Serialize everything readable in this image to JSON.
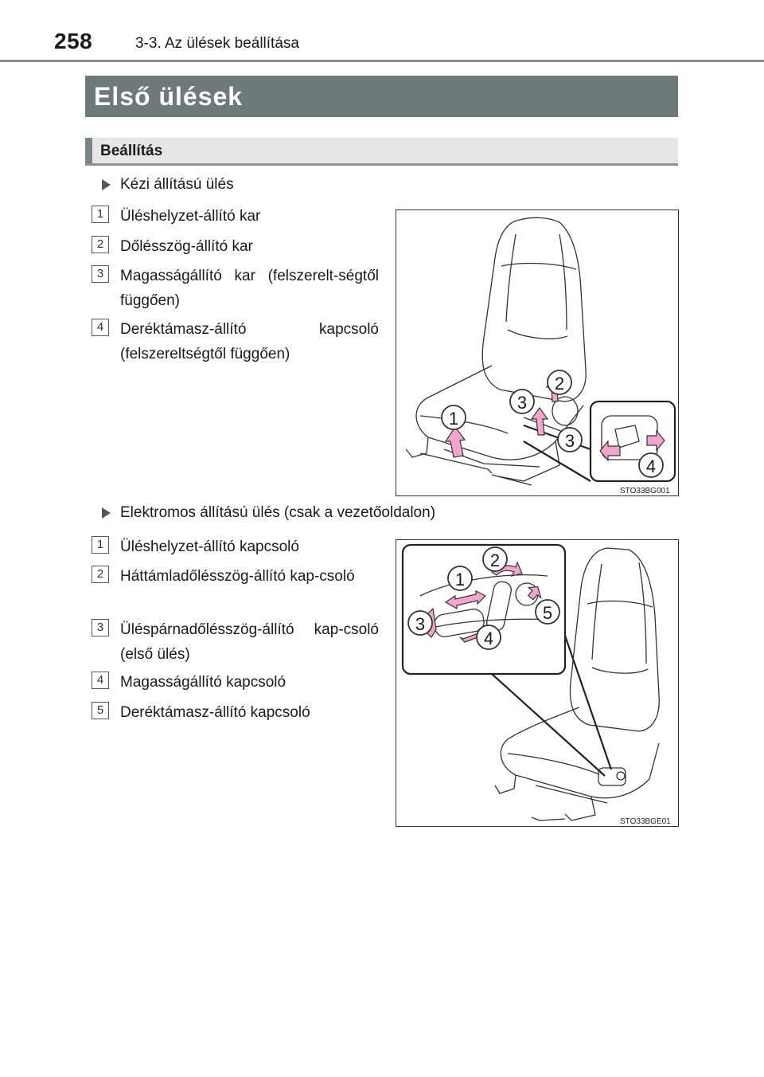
{
  "header": {
    "page_number": "258",
    "chapter": "3-3. Az ülések beállítása"
  },
  "section": {
    "title": "Első ülések"
  },
  "subsection": {
    "title": "Beállítás"
  },
  "manual": {
    "heading": "Kézi állítású ülés",
    "items": [
      {
        "num": "1",
        "text": "Üléshelyzet-állító kar"
      },
      {
        "num": "2",
        "text": "Dőlésszög-állító kar"
      },
      {
        "num": "3",
        "text": "Magasságállító kar (felszerelt-ségtől függően)"
      },
      {
        "num": "4",
        "text": "Deréktámasz-állító kapcsoló (felszereltségtől függően)"
      }
    ],
    "figure": {
      "code": "STO33BG001",
      "callouts": [
        "1",
        "2",
        "3",
        "3",
        "4"
      ]
    }
  },
  "power": {
    "heading": "Elektromos állítású ülés (csak a vezetőoldalon)",
    "items": [
      {
        "num": "1",
        "text": "Üléshelyzet-állító kapcsoló"
      },
      {
        "num": "2",
        "text": "Háttámladőlésszög-állító kap-csoló"
      },
      {
        "num": "3",
        "text": "Üléspárnadőlésszög-állító kap-csoló (első ülés)"
      },
      {
        "num": "4",
        "text": "Magasságállító kapcsoló"
      },
      {
        "num": "5",
        "text": "Deréktámasz-állító kapcsoló"
      }
    ],
    "figure": {
      "code": "STO33BGE01",
      "callouts": [
        "1",
        "2",
        "3",
        "4",
        "5"
      ]
    }
  },
  "colors": {
    "banner": "#6e7a7a",
    "arrow": "#f2a6cf",
    "rule": "#8a8a8a"
  }
}
